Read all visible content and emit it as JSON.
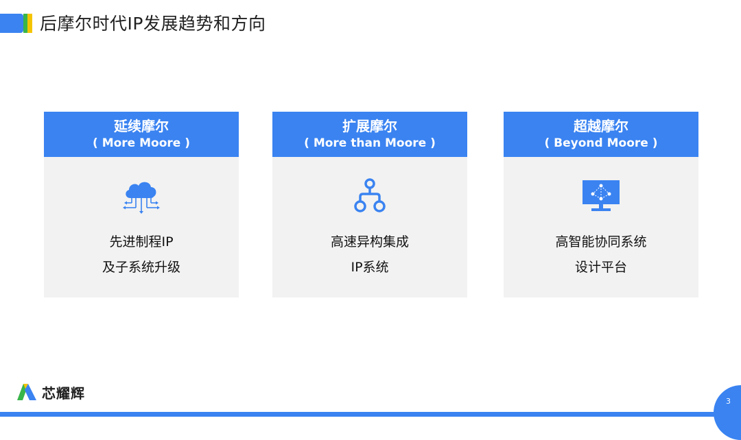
{
  "slide": {
    "title": "后摩尔时代IP发展趋势和方向",
    "page_number": "3"
  },
  "cards": [
    {
      "title": "延续摩尔",
      "subtitle": "( More Moore )",
      "line1": "先进制程IP",
      "line2": "及子系统升级",
      "icon": "cloud-network-icon"
    },
    {
      "title": "扩展摩尔",
      "subtitle": "( More than Moore )",
      "line1": "高速异构集成",
      "line2": "IP系统",
      "icon": "hierarchy-icon"
    },
    {
      "title": "超越摩尔",
      "subtitle": "( Beyond Moore )",
      "line1": "高智能协同系统",
      "line2": "设计平台",
      "icon": "network-monitor-icon"
    }
  ],
  "brand": {
    "name": "芯耀辉"
  },
  "colors": {
    "accent": "#3a83f1",
    "card_bg": "#f2f2f2",
    "green": "#39b54a",
    "yellow": "#f5c400"
  }
}
